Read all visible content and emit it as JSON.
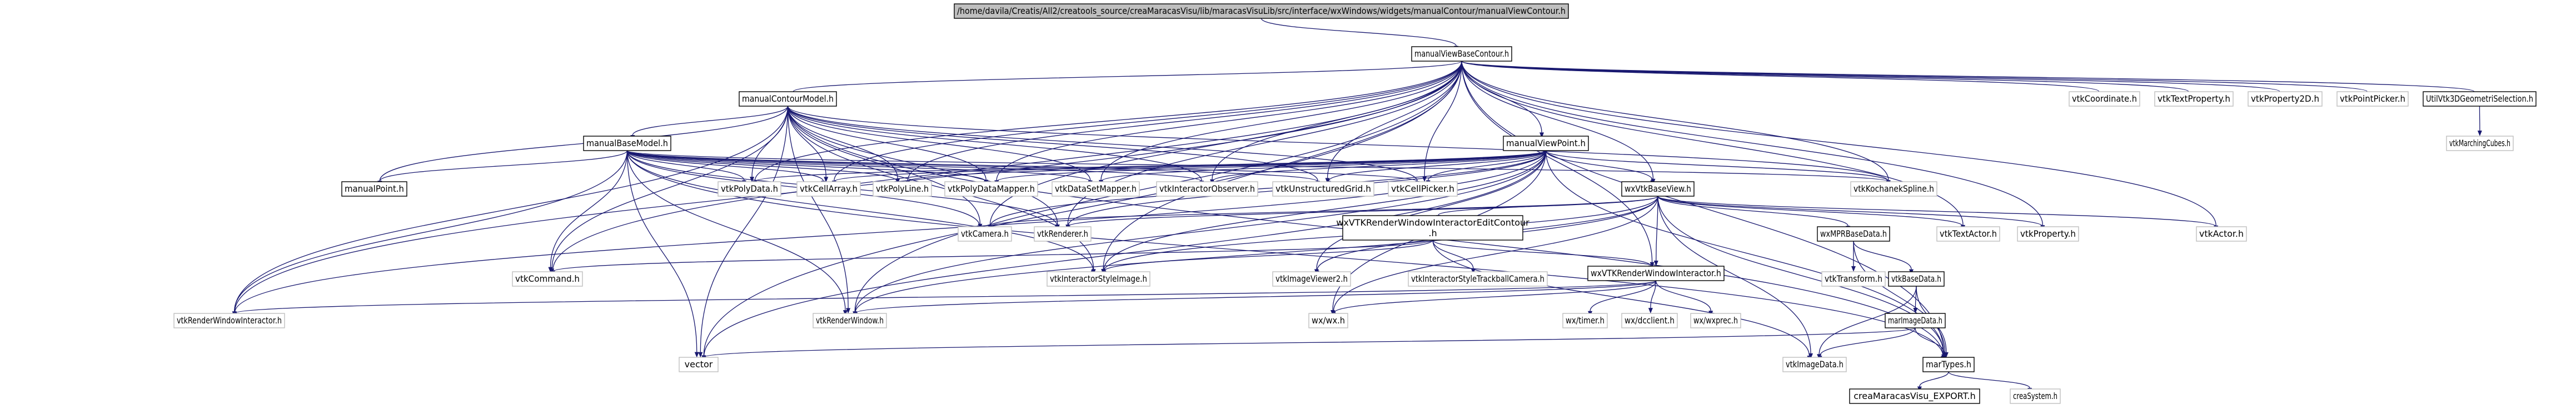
{
  "diagram": {
    "colors": {
      "edge": "#191970",
      "node_border_linked": "#000000",
      "node_fill_linked": "#ffffff",
      "node_border_external": "#bfbfbf",
      "node_fill_external": "#ffffff",
      "root_fill": "#bfbfbf",
      "text": "#000000"
    },
    "nodes": [
      {
        "id": "root",
        "label": "/home/davila/Creatis/All2/creatools_source/creaMaracasVisu/lib/maracasVisuLib/src/interface/wxWindows/widgets/manualContour/manualViewContour.h",
        "kind": "root"
      },
      {
        "id": "mvbc",
        "label": "manualViewBaseContour.h",
        "kind": "linked"
      },
      {
        "id": "mcm",
        "label": "manualContourModel.h",
        "kind": "linked"
      },
      {
        "id": "vcoord",
        "label": "vtkCoordinate.h",
        "kind": "external"
      },
      {
        "id": "vtextprop",
        "label": "vtkTextProperty.h",
        "kind": "external"
      },
      {
        "id": "vprop2d",
        "label": "vtkProperty2D.h",
        "kind": "external"
      },
      {
        "id": "vpointpicker",
        "label": "vtkPointPicker.h",
        "kind": "external"
      },
      {
        "id": "u3dgs",
        "label": "UtilVtk3DGeometriSelection.h",
        "kind": "linked"
      },
      {
        "id": "vmarching",
        "label": "vtkMarchingCubes.h",
        "kind": "external"
      },
      {
        "id": "mbm",
        "label": "manualBaseModel.h",
        "kind": "linked"
      },
      {
        "id": "mvp",
        "label": "manualViewPoint.h",
        "kind": "linked"
      },
      {
        "id": "mpoint",
        "label": "manualPoint.h",
        "kind": "linked"
      },
      {
        "id": "vpolydata",
        "label": "vtkPolyData.h",
        "kind": "external"
      },
      {
        "id": "vcellarray",
        "label": "vtkCellArray.h",
        "kind": "external"
      },
      {
        "id": "vpolyline",
        "label": "vtkPolyLine.h",
        "kind": "external"
      },
      {
        "id": "vpdmapper",
        "label": "vtkPolyDataMapper.h",
        "kind": "external"
      },
      {
        "id": "vdsmapper",
        "label": "vtkDataSetMapper.h",
        "kind": "external"
      },
      {
        "id": "vintobs",
        "label": "vtkInteractorObserver.h",
        "kind": "external"
      },
      {
        "id": "vugrid",
        "label": "vtkUnstructuredGrid.h",
        "kind": "external"
      },
      {
        "id": "vcellpicker",
        "label": "vtkCellPicker.h",
        "kind": "external"
      },
      {
        "id": "vwxbase",
        "label": "wxVtkBaseView.h",
        "kind": "linked"
      },
      {
        "id": "vkochanek",
        "label": "vtkKochanekSpline.h",
        "kind": "external"
      },
      {
        "id": "vcamera",
        "label": "vtkCamera.h",
        "kind": "external"
      },
      {
        "id": "vrenderer",
        "label": "vtkRenderer.h",
        "kind": "external"
      },
      {
        "id": "wxvtkrwiec",
        "label": "wxVTKRenderWindowInteractorEditContour.h",
        "kind": "linked"
      },
      {
        "id": "wxmpr",
        "label": "wxMPRBaseData.h",
        "kind": "linked"
      },
      {
        "id": "vtextactor",
        "label": "vtkTextActor.h",
        "kind": "external"
      },
      {
        "id": "vproperty",
        "label": "vtkProperty.h",
        "kind": "external"
      },
      {
        "id": "vactor",
        "label": "vtkActor.h",
        "kind": "external"
      },
      {
        "id": "vcommand",
        "label": "vtkCommand.h",
        "kind": "external"
      },
      {
        "id": "vintstyleimg",
        "label": "vtkInteractorStyleImage.h",
        "kind": "external"
      },
      {
        "id": "vimgviewer2",
        "label": "vtkImageViewer2.h",
        "kind": "external"
      },
      {
        "id": "vistyletrack",
        "label": "vtkInteractorStyleTrackballCamera.h",
        "kind": "external"
      },
      {
        "id": "wxvtkrwi",
        "label": "wxVTKRenderWindowInteractor.h",
        "kind": "linked"
      },
      {
        "id": "vtransform",
        "label": "vtkTransform.h",
        "kind": "external"
      },
      {
        "id": "vtkbasedata",
        "label": "vtkBaseData.h",
        "kind": "linked"
      },
      {
        "id": "vrwi",
        "label": "vtkRenderWindowInteractor.h",
        "kind": "external"
      },
      {
        "id": "vrw",
        "label": "vtkRenderWindow.h",
        "kind": "external"
      },
      {
        "id": "wxwx",
        "label": "wx/wx.h",
        "kind": "external"
      },
      {
        "id": "wxtimer",
        "label": "wx/timer.h",
        "kind": "external"
      },
      {
        "id": "wxdcclient",
        "label": "wx/dcclient.h",
        "kind": "external"
      },
      {
        "id": "wxwxprec",
        "label": "wx/wxprec.h",
        "kind": "external"
      },
      {
        "id": "marimg",
        "label": "marImageData.h",
        "kind": "linked"
      },
      {
        "id": "vector",
        "label": "vector",
        "kind": "external"
      },
      {
        "id": "vimgdata",
        "label": "vtkImageData.h",
        "kind": "external"
      },
      {
        "id": "martypes",
        "label": "marTypes.h",
        "kind": "linked"
      },
      {
        "id": "creaexport",
        "label": "creaMaracasVisu_EXPORT.h",
        "kind": "linked"
      },
      {
        "id": "creasystem",
        "label": "creaSystem.h",
        "kind": "external"
      }
    ],
    "edges": [
      [
        "root",
        "mvbc"
      ],
      [
        "mvbc",
        "mcm"
      ],
      [
        "mvbc",
        "vcoord"
      ],
      [
        "mvbc",
        "vtextprop"
      ],
      [
        "mvbc",
        "vprop2d"
      ],
      [
        "mvbc",
        "vpointpicker"
      ],
      [
        "mvbc",
        "u3dgs"
      ],
      [
        "mvbc",
        "mvp"
      ],
      [
        "mvbc",
        "vpolydata"
      ],
      [
        "mvbc",
        "vcellarray"
      ],
      [
        "mvbc",
        "vpolyline"
      ],
      [
        "mvbc",
        "vpdmapper"
      ],
      [
        "mvbc",
        "vdsmapper"
      ],
      [
        "mvbc",
        "vintobs"
      ],
      [
        "mvbc",
        "vugrid"
      ],
      [
        "mvbc",
        "vcellpicker"
      ],
      [
        "mvbc",
        "vwxbase"
      ],
      [
        "mvbc",
        "vkochanek"
      ],
      [
        "mvbc",
        "vcamera"
      ],
      [
        "mvbc",
        "vrenderer"
      ],
      [
        "mvbc",
        "vtextactor"
      ],
      [
        "mvbc",
        "vproperty"
      ],
      [
        "mvbc",
        "vactor"
      ],
      [
        "mvbc",
        "vcommand"
      ],
      [
        "mvbc",
        "vintstyleimg"
      ],
      [
        "mvbc",
        "wxvtkrwi"
      ],
      [
        "mvbc",
        "vrwi"
      ],
      [
        "mvbc",
        "vrw"
      ],
      [
        "mvbc",
        "vector"
      ],
      [
        "mvbc",
        "martypes"
      ],
      [
        "u3dgs",
        "vmarching"
      ],
      [
        "mcm",
        "mbm"
      ],
      [
        "mcm",
        "mpoint"
      ],
      [
        "mcm",
        "vpolydata"
      ],
      [
        "mcm",
        "vcellarray"
      ],
      [
        "mcm",
        "vpolyline"
      ],
      [
        "mcm",
        "vpdmapper"
      ],
      [
        "mcm",
        "vdsmapper"
      ],
      [
        "mcm",
        "vintobs"
      ],
      [
        "mcm",
        "vugrid"
      ],
      [
        "mcm",
        "vcellpicker"
      ],
      [
        "mcm",
        "vkochanek"
      ],
      [
        "mcm",
        "vcamera"
      ],
      [
        "mcm",
        "vrenderer"
      ],
      [
        "mcm",
        "vcommand"
      ],
      [
        "mcm",
        "vintstyleimg"
      ],
      [
        "mcm",
        "vrwi"
      ],
      [
        "mcm",
        "vrw"
      ],
      [
        "mcm",
        "vector"
      ],
      [
        "mcm",
        "martypes"
      ],
      [
        "mbm",
        "mpoint"
      ],
      [
        "mbm",
        "vpolydata"
      ],
      [
        "mbm",
        "vcellarray"
      ],
      [
        "mbm",
        "vpolyline"
      ],
      [
        "mbm",
        "vpdmapper"
      ],
      [
        "mbm",
        "vdsmapper"
      ],
      [
        "mbm",
        "vintobs"
      ],
      [
        "mbm",
        "vugrid"
      ],
      [
        "mbm",
        "vcellpicker"
      ],
      [
        "mbm",
        "vkochanek"
      ],
      [
        "mbm",
        "vcamera"
      ],
      [
        "mbm",
        "vrenderer"
      ],
      [
        "mbm",
        "vcommand"
      ],
      [
        "mbm",
        "vintstyleimg"
      ],
      [
        "mbm",
        "vrwi"
      ],
      [
        "mbm",
        "vrw"
      ],
      [
        "mbm",
        "vector"
      ],
      [
        "mbm",
        "martypes"
      ],
      [
        "mvp",
        "vpolydata"
      ],
      [
        "mvp",
        "vcellarray"
      ],
      [
        "mvp",
        "vpolyline"
      ],
      [
        "mvp",
        "vpdmapper"
      ],
      [
        "mvp",
        "vdsmapper"
      ],
      [
        "mvp",
        "vintobs"
      ],
      [
        "mvp",
        "vugrid"
      ],
      [
        "mvp",
        "vcellpicker"
      ],
      [
        "mvp",
        "vwxbase"
      ],
      [
        "mvp",
        "vkochanek"
      ],
      [
        "mvp",
        "vcamera"
      ],
      [
        "mvp",
        "vrenderer"
      ],
      [
        "mvp",
        "vintstyleimg"
      ],
      [
        "mvp",
        "vimgviewer2"
      ],
      [
        "mvp",
        "vrwi"
      ],
      [
        "mvp",
        "vrw"
      ],
      [
        "mvp",
        "wxwx"
      ],
      [
        "mvp",
        "vector"
      ],
      [
        "mvp",
        "martypes"
      ],
      [
        "vwxbase",
        "vcamera"
      ],
      [
        "vwxbase",
        "vrenderer"
      ],
      [
        "vwxbase",
        "wxvtkrwiec"
      ],
      [
        "vwxbase",
        "wxmpr"
      ],
      [
        "vwxbase",
        "vtextactor"
      ],
      [
        "vwxbase",
        "vproperty"
      ],
      [
        "vwxbase",
        "vactor"
      ],
      [
        "vwxbase",
        "vintstyleimg"
      ],
      [
        "vwxbase",
        "vimgviewer2"
      ],
      [
        "vwxbase",
        "wxvtkrwi"
      ],
      [
        "vwxbase",
        "vrw"
      ],
      [
        "vwxbase",
        "wxwx"
      ],
      [
        "vwxbase",
        "vimgdata"
      ],
      [
        "vwxbase",
        "martypes"
      ],
      [
        "wxvtkrwiec",
        "vcommand"
      ],
      [
        "wxvtkrwiec",
        "vintstyleimg"
      ],
      [
        "wxvtkrwiec",
        "vistyletrack"
      ],
      [
        "wxvtkrwiec",
        "wxvtkrwi"
      ],
      [
        "wxvtkrwiec",
        "vimgdata"
      ],
      [
        "wxmpr",
        "vtransform"
      ],
      [
        "wxmpr",
        "vtkbasedata"
      ],
      [
        "wxmpr",
        "martypes"
      ],
      [
        "wxvtkrwi",
        "vrwi"
      ],
      [
        "wxvtkrwi",
        "vrw"
      ],
      [
        "wxvtkrwi",
        "wxwx"
      ],
      [
        "wxvtkrwi",
        "wxtimer"
      ],
      [
        "wxvtkrwi",
        "wxdcclient"
      ],
      [
        "wxvtkrwi",
        "wxwxprec"
      ],
      [
        "vtkbasedata",
        "marimg"
      ],
      [
        "vtkbasedata",
        "vimgdata"
      ],
      [
        "vtkbasedata",
        "martypes"
      ],
      [
        "marimg",
        "vector"
      ],
      [
        "marimg",
        "vimgdata"
      ],
      [
        "marimg",
        "martypes"
      ],
      [
        "martypes",
        "creaexport"
      ],
      [
        "martypes",
        "creasystem"
      ]
    ]
  }
}
